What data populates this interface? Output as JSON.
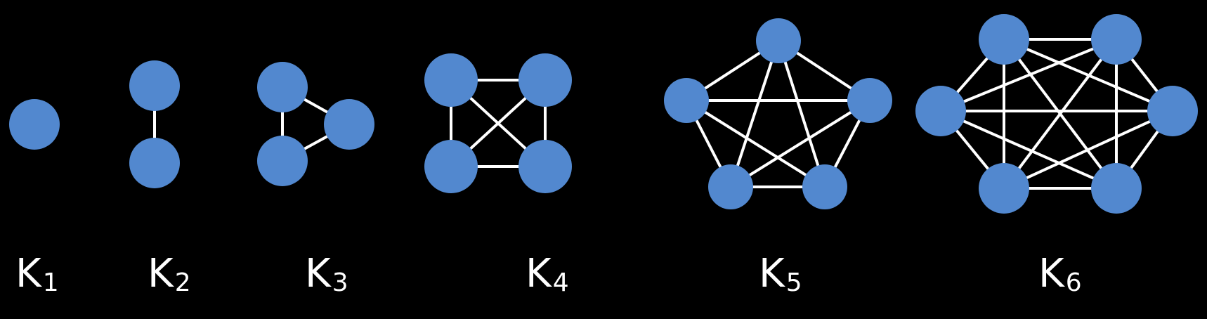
{
  "colors": {
    "background": "#000000",
    "node": "#5288cf",
    "edge": "#ffffff",
    "text": "#ffffff"
  },
  "graphs": [
    {
      "id": "k1",
      "letter": "K",
      "subscript": "1",
      "nodes": 1
    },
    {
      "id": "k2",
      "letter": "K",
      "subscript": "2",
      "nodes": 2
    },
    {
      "id": "k3",
      "letter": "K",
      "subscript": "3",
      "nodes": 3
    },
    {
      "id": "k4",
      "letter": "K",
      "subscript": "4",
      "nodes": 4
    },
    {
      "id": "k5",
      "letter": "K",
      "subscript": "5",
      "nodes": 5
    },
    {
      "id": "k6",
      "letter": "K",
      "subscript": "6",
      "nodes": 6
    }
  ]
}
